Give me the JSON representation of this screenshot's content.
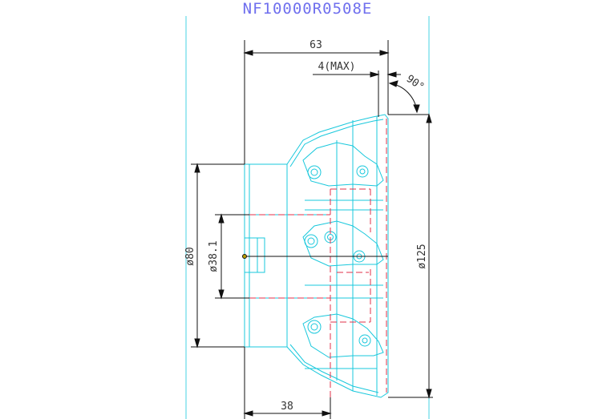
{
  "drawing": {
    "title": "NF10000R0508E",
    "dimensions": {
      "overall_length": "63",
      "max_depth": "4(MAX)",
      "angle": "90°",
      "hub_diameter": "ø80",
      "bore_diameter": "ø38.1",
      "cutter_diameter": "ø125",
      "body_length": "38"
    }
  },
  "colors": {
    "title": "#6f6fee",
    "dimension_lines": "#111111",
    "body_outline": "#19c8dc",
    "hidden_lines": "#e0304a"
  }
}
